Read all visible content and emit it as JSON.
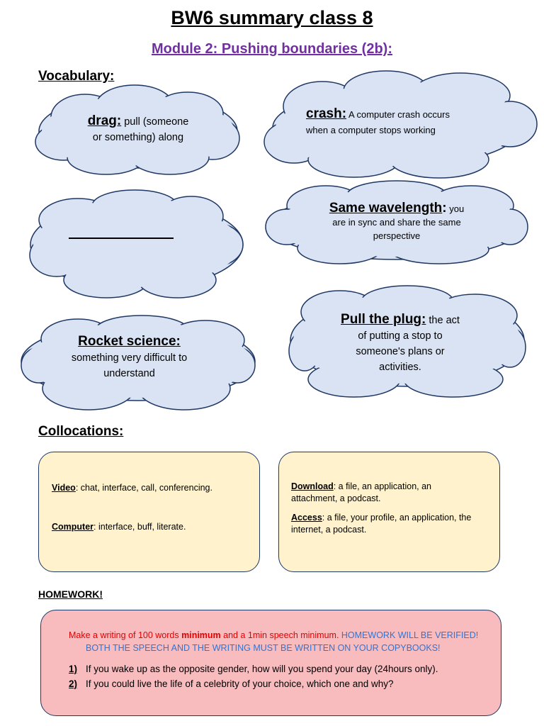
{
  "title": "BW6 summary class 8",
  "subtitle": "Module 2: Pushing boundaries (2b):",
  "vocabulary": {
    "heading": "Vocabulary:",
    "clouds": [
      {
        "term": "drag:",
        "def1": "pull (someone",
        "def2": "or something) along"
      },
      {
        "term": "crash:",
        "def1": "A computer crash occurs",
        "def2": "when a computer stops working"
      },
      {
        "term": "Same wavelength",
        "colon": ":",
        "def1": "you",
        "def2": "are in sync and share the same",
        "def3": "perspective"
      },
      {
        "term": "Rocket science:",
        "def1": "something very difficult to",
        "def2": "understand"
      },
      {
        "term": "Pull the plug:",
        "def1": "the act",
        "def2": "of putting a stop to",
        "def3": "someone's plans or",
        "def4": "activities."
      }
    ]
  },
  "collocations": {
    "heading": "Collocations:",
    "left": [
      {
        "key": "Video",
        "text": ": chat, interface, call, conferencing."
      },
      {
        "key": "Computer",
        "text": ": interface, buff, literate."
      }
    ],
    "right": [
      {
        "key": "Download",
        "line1": ": a file, an application, an",
        "line2": "attachment, a podcast."
      },
      {
        "key": "Access",
        "line1": ": a file, your profile, an application, the",
        "line2": "internet, a podcast."
      }
    ]
  },
  "homework": {
    "heading": "HOMEWORK!",
    "red1": "Make a writing of 100 words ",
    "red_bold": "minimum",
    "red2": " and a 1min speech minimum. ",
    "blue1": "HOMEWORK WILL BE VERIFIED!",
    "blue2": "BOTH THE SPEECH AND THE WRITING MUST BE WRITTEN ON YOUR COPYBOOKS!",
    "questions": [
      {
        "num": "1)",
        "text": "If you wake up as the opposite gender, how will you spend your day (24hours only)."
      },
      {
        "num": "2)",
        "text": "If you could live the life of a celebrity of your choice, which one and why?"
      }
    ]
  },
  "colors": {
    "cloud_fill": "#dae3f3",
    "cloud_stroke": "#1f3763",
    "box_yellow": "#fff2cc",
    "box_pink": "#f8bcbf",
    "subtitle": "#7030a0"
  }
}
